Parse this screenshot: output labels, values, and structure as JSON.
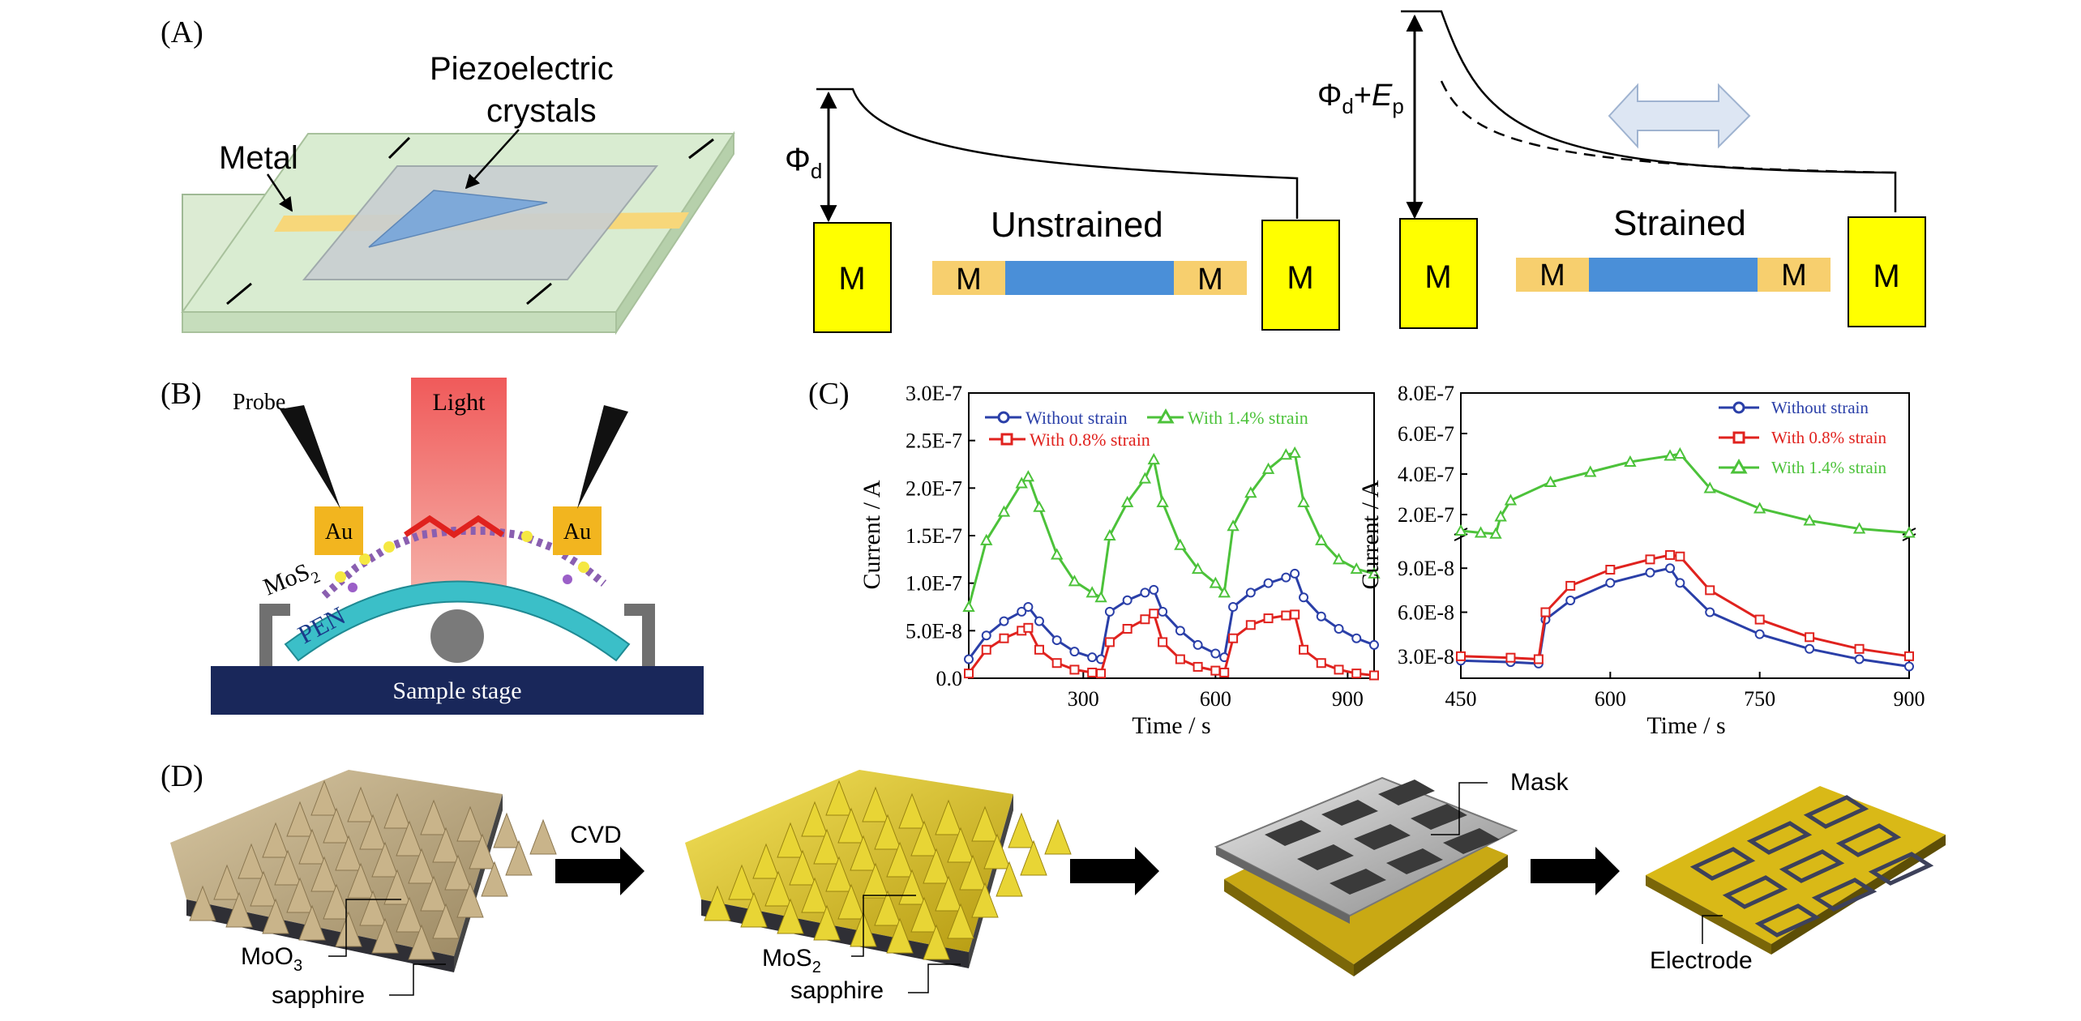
{
  "panels": {
    "A": {
      "label": "(A)",
      "metal_label": "Metal",
      "crystal_label_line1": "Piezoelectric",
      "crystal_label_line2": "crystals",
      "phi_d": "Φ",
      "phi_d_sub": "d",
      "phi_dp": "Φ",
      "phi_dp_sub": "d",
      "phi_dp_plus": "+",
      "phi_dp_E": "E",
      "phi_dp_E_sub": "p",
      "unstrained": "Unstrained",
      "strained": "Strained",
      "metal_box": "M",
      "colors": {
        "metal": "#ffff00",
        "contact": "#f7cf6e",
        "channel": "#4a8fd8",
        "substrate": "#d9ecd1"
      }
    },
    "B": {
      "label": "(B)",
      "probe": "Probe",
      "light": "Light",
      "au": "Au",
      "mos2": "MoS",
      "mos2_sub": "2",
      "pen": "PEN",
      "stage": "Sample stage"
    },
    "C": {
      "label": "(C)",
      "left": {
        "ylabel": "Current / A",
        "xlabel": "Time / s",
        "yticks": [
          "0.0",
          "5.0E-8",
          "1.0E-7",
          "1.5E-7",
          "2.0E-7",
          "2.5E-7",
          "3.0E-7"
        ],
        "xticks": [
          "300",
          "600",
          "900"
        ],
        "legend": [
          "Without strain",
          "With 0.8% strain",
          "With 1.4% strain"
        ]
      },
      "right": {
        "ylabel": "Current / A",
        "xlabel": "Time / s",
        "yticks_low": [
          "3.0E-8",
          "6.0E-8",
          "9.0E-8"
        ],
        "yticks_high": [
          "2.0E-7",
          "4.0E-7",
          "6.0E-7",
          "8.0E-7"
        ],
        "xticks": [
          "450",
          "600",
          "750",
          "900"
        ],
        "legend": [
          "Without strain",
          "With 0.8% strain",
          "With 1.4% strain"
        ]
      }
    },
    "D": {
      "label": "(D)",
      "moo3": "MoO",
      "moo3_sub": "3",
      "sapphire": "sapphire",
      "cvd": "CVD",
      "mos2": "MoS",
      "mos2_sub": "2",
      "mask": "Mask",
      "electrode": "Electrode"
    }
  },
  "series_colors": {
    "without": "#2a3fa8",
    "s08": "#e0221e",
    "s14": "#4cc23a"
  },
  "chart_data": [
    {
      "type": "line",
      "xlabel": "Time / s",
      "ylabel": "Current / A",
      "xlim": [
        40,
        960
      ],
      "ylim": [
        0,
        3e-07
      ],
      "series": [
        {
          "name": "Without strain",
          "x": [
            40,
            80,
            120,
            160,
            175,
            200,
            240,
            280,
            320,
            340,
            360,
            400,
            440,
            460,
            480,
            520,
            560,
            600,
            620,
            640,
            680,
            720,
            760,
            780,
            800,
            840,
            880,
            920,
            960
          ],
          "values": [
            2e-08,
            4.5e-08,
            6e-08,
            7e-08,
            7.5e-08,
            6e-08,
            4e-08,
            2.8e-08,
            2.2e-08,
            2e-08,
            7e-08,
            8.2e-08,
            9e-08,
            9.3e-08,
            7e-08,
            5e-08,
            3.5e-08,
            2.6e-08,
            2.2e-08,
            7.5e-08,
            9e-08,
            1e-07,
            1.06e-07,
            1.1e-07,
            8.5e-08,
            6.5e-08,
            5.2e-08,
            4.2e-08,
            3.5e-08
          ]
        },
        {
          "name": "With 0.8% strain",
          "x": [
            40,
            80,
            120,
            160,
            175,
            200,
            240,
            280,
            320,
            340,
            360,
            400,
            440,
            460,
            480,
            520,
            560,
            600,
            620,
            640,
            680,
            720,
            760,
            780,
            800,
            840,
            880,
            920,
            960
          ],
          "values": [
            5e-09,
            3e-08,
            4.2e-08,
            5e-08,
            5.3e-08,
            3e-08,
            1.6e-08,
            9e-09,
            6e-09,
            5e-09,
            3.8e-08,
            5.2e-08,
            6.2e-08,
            6.8e-08,
            3.8e-08,
            2e-08,
            1.2e-08,
            8e-09,
            6e-09,
            4.2e-08,
            5.6e-08,
            6.3e-08,
            6.6e-08,
            6.7e-08,
            3e-08,
            1.6e-08,
            9e-09,
            5e-09,
            3e-09
          ]
        },
        {
          "name": "With 1.4% strain",
          "x": [
            40,
            80,
            120,
            160,
            175,
            200,
            240,
            280,
            320,
            340,
            360,
            400,
            440,
            460,
            480,
            520,
            560,
            600,
            620,
            640,
            680,
            720,
            760,
            780,
            800,
            840,
            880,
            920,
            960
          ],
          "values": [
            7.5e-08,
            1.45e-07,
            1.75e-07,
            2.05e-07,
            2.12e-07,
            1.8e-07,
            1.3e-07,
            1.02e-07,
            9e-08,
            8.5e-08,
            1.5e-07,
            1.85e-07,
            2.1e-07,
            2.3e-07,
            1.85e-07,
            1.4e-07,
            1.15e-07,
            1e-07,
            9e-08,
            1.6e-07,
            1.95e-07,
            2.2e-07,
            2.35e-07,
            2.37e-07,
            1.85e-07,
            1.45e-07,
            1.25e-07,
            1.15e-07,
            1.1e-07
          ]
        }
      ]
    },
    {
      "type": "line",
      "xlabel": "Time / s",
      "ylabel": "Current / A",
      "xlim": [
        450,
        900
      ],
      "series": [
        {
          "name": "Without strain",
          "x": [
            450,
            500,
            528,
            535,
            560,
            600,
            640,
            660,
            670,
            700,
            750,
            800,
            850,
            900
          ],
          "values": [
            2.7e-08,
            2.6e-08,
            2.5e-08,
            5.5e-08,
            6.8e-08,
            8e-08,
            8.7e-08,
            9e-08,
            8e-08,
            6e-08,
            4.5e-08,
            3.5e-08,
            2.8e-08,
            2.3e-08
          ]
        },
        {
          "name": "With 0.8% strain",
          "x": [
            450,
            500,
            528,
            535,
            560,
            600,
            640,
            660,
            670,
            700,
            750,
            800,
            850,
            900
          ],
          "values": [
            3e-08,
            2.9e-08,
            2.8e-08,
            6e-08,
            7.8e-08,
            8.9e-08,
            9.6e-08,
            9.9e-08,
            9.8e-08,
            7.5e-08,
            5.5e-08,
            4.3e-08,
            3.5e-08,
            3e-08
          ]
        },
        {
          "name": "With 1.4% strain",
          "x": [
            450,
            470,
            485,
            490,
            500,
            540,
            580,
            620,
            660,
            670,
            700,
            750,
            800,
            850,
            900
          ],
          "values": [
            1.2e-07,
            1.1e-07,
            1.05e-07,
            1.9e-07,
            2.7e-07,
            3.6e-07,
            4.1e-07,
            4.6e-07,
            4.9e-07,
            5e-07,
            3.3e-07,
            2.3e-07,
            1.7e-07,
            1.3e-07,
            1.1e-07
          ]
        }
      ]
    }
  ]
}
